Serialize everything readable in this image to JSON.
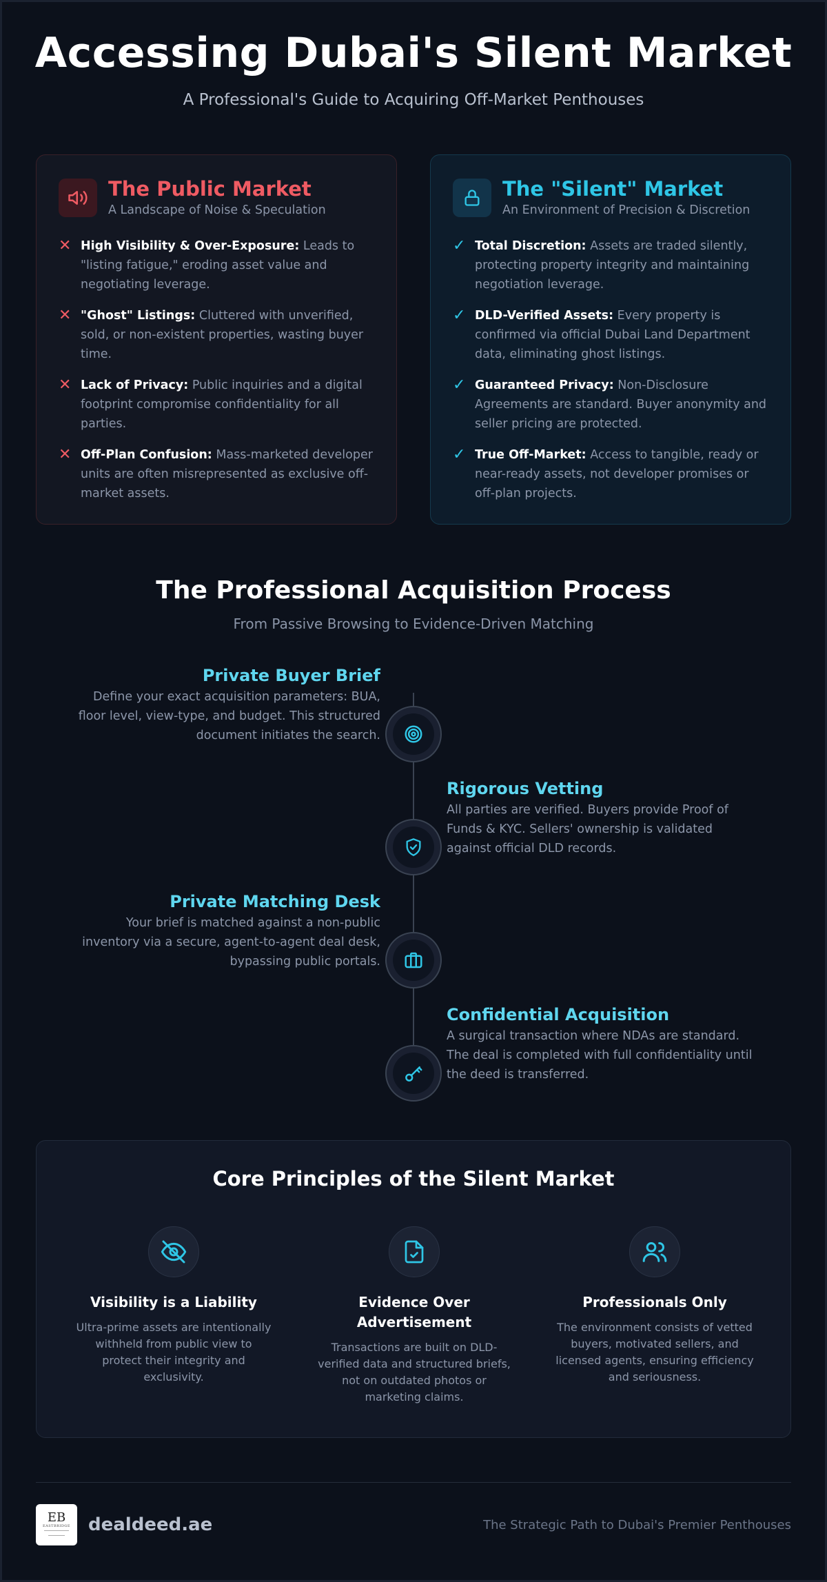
{
  "header": {
    "title": "Accessing Dubai's Silent Market",
    "subtitle": "A Professional's Guide to Acquiring Off-Market Penthouses"
  },
  "public_market": {
    "title": "The Public Market",
    "subtitle": "A Landscape of Noise & Speculation",
    "icon": "speaker-icon",
    "mark": "✕",
    "accent": "#ef5b63",
    "points": [
      {
        "bold": "High Visibility & Over-Exposure:",
        "text": " Leads to \"listing fatigue,\" eroding asset value and negotiating leverage."
      },
      {
        "bold": "\"Ghost\" Listings:",
        "text": " Cluttered with unverified, sold, or non-existent properties, wasting buyer time."
      },
      {
        "bold": "Lack of Privacy:",
        "text": " Public inquiries and a digital footprint compromise confidentiality for all parties."
      },
      {
        "bold": "Off-Plan Confusion:",
        "text": " Mass-marketed developer units are often misrepresented as exclusive off-market assets."
      }
    ]
  },
  "silent_market": {
    "title": "The \"Silent\" Market",
    "subtitle": "An Environment of Precision & Discretion",
    "icon": "lock-icon",
    "mark": "✓",
    "accent": "#2fc6e6",
    "points": [
      {
        "bold": "Total Discretion:",
        "text": " Assets are traded silently, protecting property integrity and maintaining negotiation leverage."
      },
      {
        "bold": "DLD-Verified Assets:",
        "text": " Every property is confirmed via official Dubai Land Department data, eliminating ghost listings."
      },
      {
        "bold": "Guaranteed Privacy:",
        "text": " Non-Disclosure Agreements are standard. Buyer anonymity and seller pricing are protected."
      },
      {
        "bold": "True Off-Market:",
        "text": " Access to tangible, ready or near-ready assets, not developer promises or off-plan projects."
      }
    ]
  },
  "process": {
    "title": "The Professional Acquisition Process",
    "subtitle": "From Passive Browsing to Evidence-Driven Matching",
    "steps": [
      {
        "title": "Private Buyer Brief",
        "desc": "Define your exact acquisition parameters: BUA, floor level, view-type, and budget. This structured document initiates the search.",
        "icon": "target-icon"
      },
      {
        "title": "Rigorous Vetting",
        "desc": "All parties are verified. Buyers provide Proof of Funds & KYC. Sellers' ownership is validated against official DLD records.",
        "icon": "shield-check-icon"
      },
      {
        "title": "Private Matching Desk",
        "desc": "Your brief is matched against a non-public inventory via a secure, agent-to-agent deal desk, bypassing public portals.",
        "icon": "briefcase-icon"
      },
      {
        "title": "Confidential Acquisition",
        "desc": "A surgical transaction where NDAs are standard. The deal is completed with full confidentiality until the deed is transferred.",
        "icon": "key-icon"
      }
    ]
  },
  "principles": {
    "title": "Core Principles of the Silent Market",
    "items": [
      {
        "title": "Visibility is a Liability",
        "desc": "Ultra-prime assets are intentionally withheld from public view to protect their integrity and exclusivity.",
        "icon": "eye-off-icon"
      },
      {
        "title": "Evidence Over Advertisement",
        "desc": "Transactions are built on DLD-verified data and structured briefs, not on outdated photos or marketing claims.",
        "icon": "file-check-icon"
      },
      {
        "title": "Professionals Only",
        "desc": "The environment consists of vetted buyers, motivated sellers, and licensed agents, ensuring efficiency and seriousness.",
        "icon": "users-icon"
      }
    ]
  },
  "footer": {
    "brand": "dealdeed.ae",
    "tagline": "The Strategic Path to Dubai's Premier Penthouses",
    "logo_monogram": "EB",
    "logo_word": "EASTBRIDGE"
  }
}
